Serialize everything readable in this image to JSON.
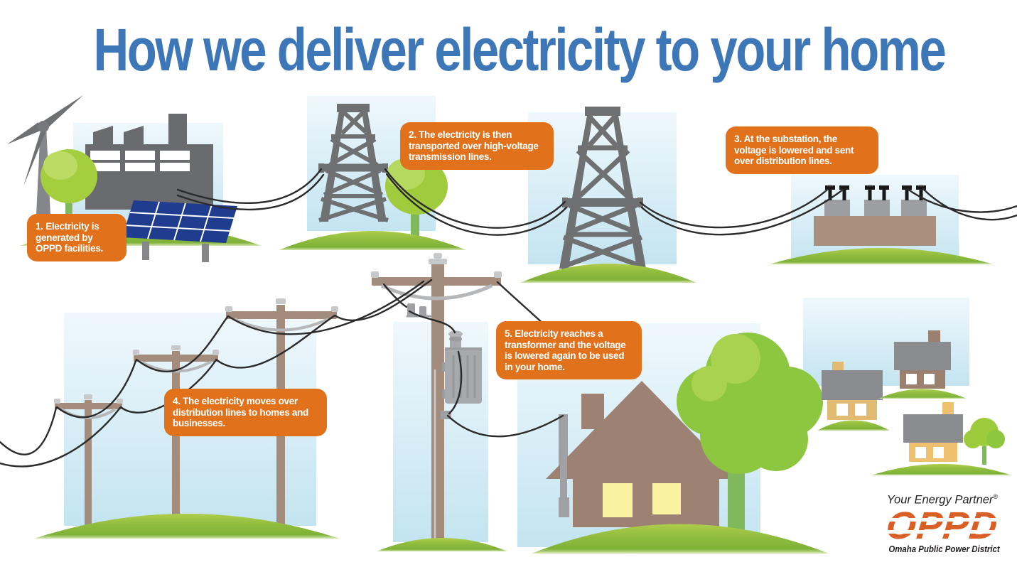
{
  "title": {
    "text": "How we deliver electricity to your home"
  },
  "steps": [
    {
      "number": 1,
      "label": "1. Electricity is generated by OPPD facilities.",
      "lines": [
        "1. Electricity is",
        "generated by",
        "OPPD facilities."
      ]
    },
    {
      "number": 2,
      "label": "2. The electricity is then transported over high-voltage transmission lines.",
      "lines": [
        "2. The electricity is then",
        "transported over high-voltage",
        "transmission lines."
      ]
    },
    {
      "number": 3,
      "label": "3. At the substation, the voltage is lowered and sent over distribution lines.",
      "lines": [
        "3. At the substation, the",
        "voltage is lowered and sent",
        "over distribution lines."
      ]
    },
    {
      "number": 4,
      "label": "4. The electricity moves over distribution lines to homes and businesses.",
      "lines": [
        "4. The electricity moves over",
        "distribution lines to homes and",
        "businesses."
      ]
    },
    {
      "number": 5,
      "label": "5. Electricity reaches a transformer and the voltage is lowered again to be used in your home.",
      "lines": [
        "5. Electricity reaches a",
        "transformer and the voltage",
        "is lowered again to be used",
        "in your home."
      ]
    }
  ],
  "branding": {
    "tagline": "Your Energy Partner",
    "registered_mark": "®",
    "logo_text": "OPPD",
    "subtitle": "Omaha Public Power District"
  },
  "scenes": [
    {
      "name": "generation",
      "icons": [
        "wind-turbine",
        "power-plant",
        "solar-panel",
        "tree"
      ]
    },
    {
      "name": "transmission",
      "icons": [
        "transmission-tower",
        "tree",
        "power-lines"
      ]
    },
    {
      "name": "transmission-2",
      "icons": [
        "transmission-tower",
        "power-lines"
      ]
    },
    {
      "name": "substation",
      "icons": [
        "substation",
        "power-lines"
      ]
    },
    {
      "name": "distribution",
      "icons": [
        "utility-pole",
        "utility-pole",
        "utility-pole",
        "power-lines"
      ]
    },
    {
      "name": "transformer",
      "icons": [
        "utility-pole",
        "pole-transformer",
        "service-drop-wire"
      ]
    },
    {
      "name": "home",
      "icons": [
        "house",
        "tree",
        "service-mast"
      ]
    },
    {
      "name": "neighborhood",
      "icons": [
        "house",
        "house",
        "house",
        "tree"
      ]
    }
  ],
  "colors": {
    "title_blue": "#3D77B7",
    "callout_orange": "#E2711C",
    "logo_orange": "#D95F26",
    "grass_green": "#8FBC3E",
    "sky_blue": "#C3E4F1",
    "structure_gray": "#6F7072",
    "pole_brown": "#A48C7C",
    "house_brown": "#9D8273",
    "solar_blue": "#1F3C8F",
    "window_yellow": "#F9F2A0"
  }
}
